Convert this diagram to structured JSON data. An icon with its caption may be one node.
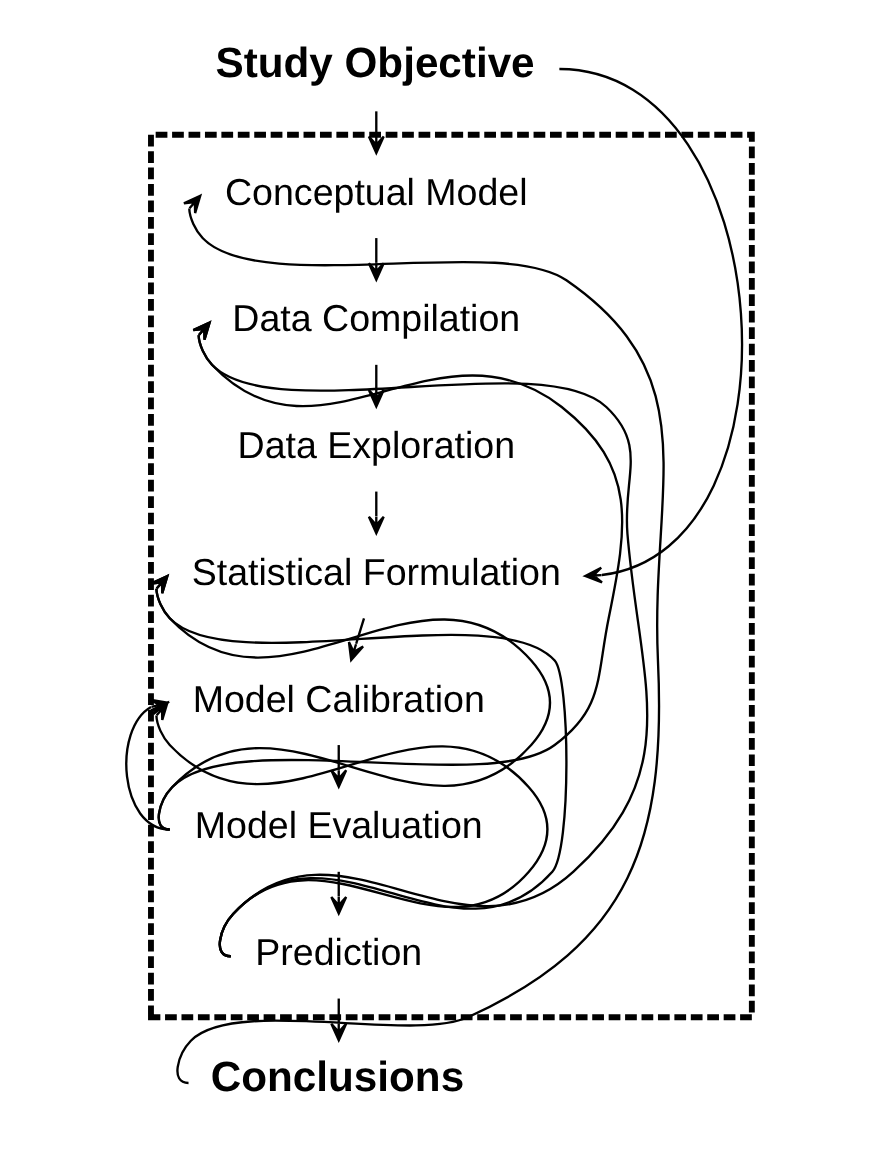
{
  "diagram": {
    "nodes": [
      {
        "text": [
          "Study Objective"
        ]
      },
      {
        "text": [],
        "shape": "box"
      },
      {
        "text": [
          "Conceptual Model"
        ],
        "in": 1
      },
      {
        "text": [
          "Data Compilation"
        ],
        "in": 1
      },
      {
        "text": [
          "Data Exploration"
        ],
        "in": 1
      },
      {
        "text": [
          "Statistical Formulation"
        ],
        "in": 1
      },
      {
        "text": [
          "Model Calibration"
        ],
        "in": 1
      },
      {
        "text": [
          "Model Evaluation"
        ],
        "in": 1
      },
      {
        "text": [
          "Prediction"
        ],
        "in": 1
      },
      {
        "text": [
          "Conclusions"
        ]
      }
    ],
    "edges": [
      {
        "from": 0,
        "to": 2,
        "arrow": "to"
      },
      {
        "from": 2,
        "to": 3,
        "arrow": "to"
      },
      {
        "from": 3,
        "to": 4,
        "arrow": "to"
      },
      {
        "from": 4,
        "to": 5,
        "arrow": "to"
      },
      {
        "from": 5,
        "to": 6,
        "arrow": "to"
      },
      {
        "from": 6,
        "to": 7,
        "arrow": "to"
      },
      {
        "from": 7,
        "to": 8,
        "arrow": "to"
      },
      {
        "from": 8,
        "to": 9,
        "arrow": "to"
      },
      {
        "from": 0,
        "to": 5,
        "arrow": "to"
      },
      {
        "from": 9,
        "to": 2,
        "arrow": "to"
      },
      {
        "from": 7,
        "to": 3,
        "arrow": "to"
      },
      {
        "from": 7,
        "to": 5,
        "arrow": "to"
      },
      {
        "from": 7,
        "to": 6,
        "arrow": "to"
      },
      {
        "from": 8,
        "to": 3,
        "arrow": "to"
      },
      {
        "from": 8,
        "to": 5,
        "arrow": "to"
      },
      {
        "from": 8,
        "to": 6,
        "arrow": "to"
      }
    ]
  }
}
